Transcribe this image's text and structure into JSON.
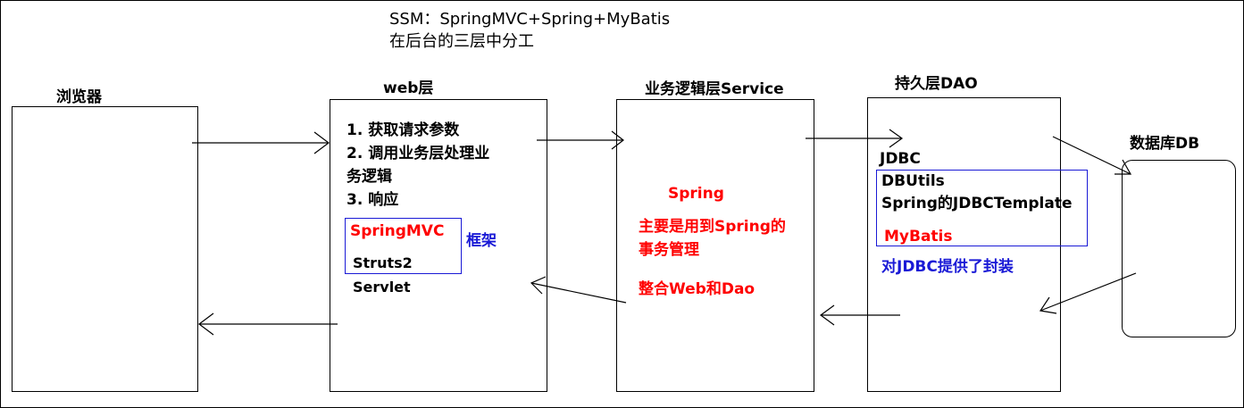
{
  "header": {
    "line1": "SSM：SpringMVC+Spring+MyBatis",
    "line2": "在后台的三层中分工"
  },
  "layers": {
    "browser": {
      "title": "浏览器"
    },
    "web": {
      "title": "web层",
      "steps": [
        "1. 获取请求参数",
        "2. 调用业务层处理业",
        "务逻辑",
        "3. 响应"
      ],
      "framework_main": "SpringMVC",
      "framework_alt": "Struts2",
      "framework_note": "框架",
      "servlet": "Servlet"
    },
    "service": {
      "title": "业务逻辑层Service",
      "spring": "Spring",
      "desc_line1": "主要是用到Spring的",
      "desc_line2": "事务管理",
      "desc_line3": "整合Web和Dao"
    },
    "dao": {
      "title": "持久层DAO",
      "jdbc": "JDBC",
      "dbutils": "DBUtils",
      "jdbctemplate": "Spring的JDBCTemplate",
      "mybatis": "MyBatis",
      "note": "对JDBC提供了封装"
    },
    "db": {
      "title": "数据库DB"
    }
  },
  "colors": {
    "text": "#000000",
    "highlight_red": "#ff0000",
    "highlight_blue": "#1a1ad6",
    "line": "#000000"
  }
}
